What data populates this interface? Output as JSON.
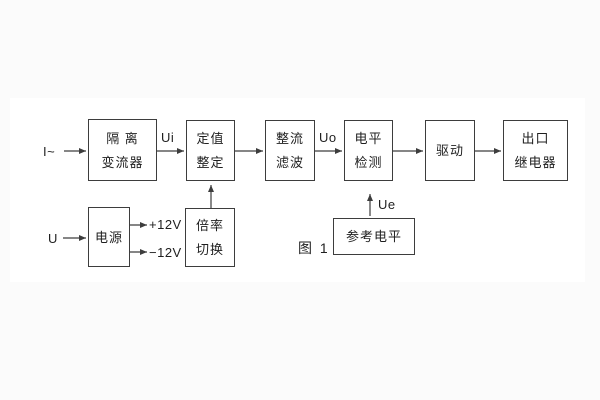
{
  "figure": {
    "caption": "图 1"
  },
  "blocks": {
    "isolation": {
      "line1": "隔 离",
      "line2": "变流器"
    },
    "setting": {
      "line1": "定值",
      "line2": "整定"
    },
    "rectifier": {
      "line1": "整流",
      "line2": "滤波"
    },
    "level": {
      "line1": "电平",
      "line2": "检测"
    },
    "drive": {
      "line1": "驱动"
    },
    "output": {
      "line1": "出口",
      "line2": "继电器"
    },
    "power": {
      "line1": "电源"
    },
    "ratio": {
      "line1": "倍率",
      "line2": "切换"
    },
    "reference": {
      "line1": "参考电平"
    }
  },
  "labels": {
    "input_current": "I~",
    "input_voltage": "U",
    "ui": "Ui",
    "uo": "Uo",
    "ue": "Ue",
    "plus_12v": "+12V",
    "minus_12v": "−12V"
  },
  "colors": {
    "line": "#3d3d3d",
    "text": "#1f1f1f",
    "background": "#fbfbfb",
    "panel": "#ffffff"
  }
}
